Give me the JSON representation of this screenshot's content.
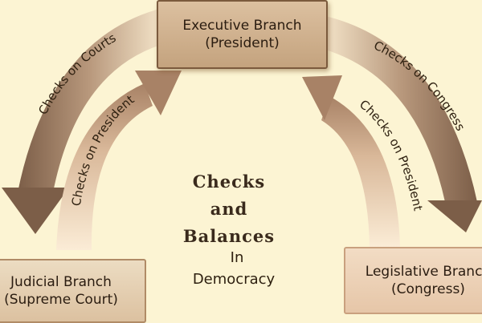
{
  "executive": {
    "line1": "Executive Branch",
    "line2": "(President)"
  },
  "judicial": {
    "line1": "Judicial Branch",
    "line2": "(Supreme Court)"
  },
  "legislative": {
    "line1": "Legislative Branch",
    "line2": "(Congress)"
  },
  "center": {
    "line1": "Checks",
    "line2": "and",
    "line3": "Balances",
    "line4": "In",
    "line5": "Democracy"
  },
  "arrows": {
    "checks_on_courts": "Checks on Courts",
    "checks_on_president_left": "Checks on President",
    "checks_on_congress": "Checks on Congress",
    "checks_on_president_right": "Checks on President"
  },
  "colors": {
    "background": "#fcf4d3",
    "arrow_dark": "#8a6a52",
    "arrow_light": "#d9ba9c"
  }
}
